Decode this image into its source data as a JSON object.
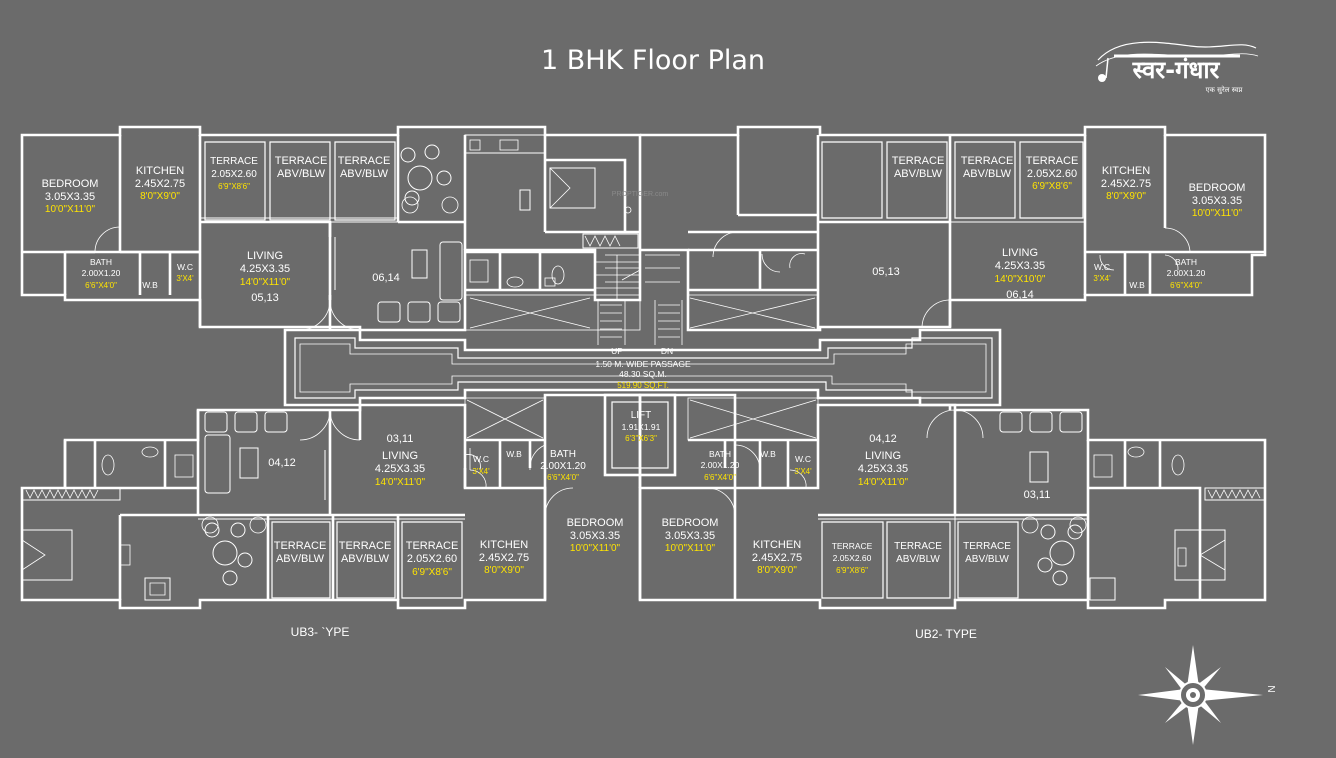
{
  "title": "1 BHK Floor Plan",
  "logo_text": "स्वर-गंधार",
  "logo_tagline": "एक सुरेल स्वप्न",
  "colors": {
    "background": "#6b6b6b",
    "lines": "#ffffff",
    "dimensions": "#ffe400"
  },
  "watermark": "PROPTIGER.com",
  "rooms": {
    "tl_bedroom": {
      "name": "BEDROOM",
      "size": "3.05X3.35",
      "ft": "10'0\"X11'0\""
    },
    "tl_kitchen": {
      "name": "KITCHEN",
      "size": "2.45X2.75",
      "ft": "8'0\"X9'0\""
    },
    "tl_terrace1": {
      "name": "TERRACE",
      "size": "2.05X2.60",
      "ft": "6'9\"X8'6\""
    },
    "tl_terrace2": {
      "l1": "TERRACE",
      "l2": "ABV/BLW"
    },
    "tl_terrace3": {
      "l1": "TERRACE",
      "l2": "ABV/BLW"
    },
    "tl_bath": {
      "name": "BATH",
      "size": "2.00X1.20",
      "ft": "6'6\"X4'0\""
    },
    "tl_wc": {
      "name": "W.C",
      "ft": "3'X4'"
    },
    "tl_wb": "W.B",
    "tl_living": {
      "name": "LIVING",
      "size": "4.25X3.35",
      "ft": "14'0\"X11'0\"",
      "flats": "05,13"
    },
    "tl2_flats": "06,14",
    "tr_terrace3": {
      "l1": "TERRACE",
      "l2": "ABV/BLW"
    },
    "tr_terrace2": {
      "l1": "TERRACE",
      "l2": "ABV/BLW"
    },
    "tr_terrace1": {
      "name": "TERRACE",
      "size": "2.05X2.60",
      "ft": "6'9\"X8'6\""
    },
    "tr_kitchen": {
      "name": "KITCHEN",
      "size": "2.45X2.75",
      "ft": "8'0\"X9'0\""
    },
    "tr_bedroom": {
      "name": "BEDROOM",
      "size": "3.05X3.35",
      "ft": "10'0\"X11'0\""
    },
    "tr2_flats": "05,13",
    "tr_living": {
      "name": "LIVING",
      "size": "4.25X3.35",
      "ft": "14'0\"X10'0\"",
      "flats": "06,14"
    },
    "tr_wc": {
      "name": "W.C",
      "ft": "3'X4'"
    },
    "tr_wb": "W.B",
    "tr_bath": {
      "name": "BATH",
      "size": "2.00X1.20",
      "ft": "6'6\"X4'0\""
    },
    "passage": {
      "up": "UP",
      "dn": "DN",
      "l1": "1.50 M. WIDE PASSAGE",
      "l2": "48.30 SQ.M.",
      "l3": "519.90 SQ.FT."
    },
    "lift": {
      "name": "LIFT",
      "size": "1.91X1.91",
      "ft": "6'3\"X6'3\""
    },
    "bl2_flats": "04,12",
    "bl_living": {
      "flats": "03,11",
      "name": "LIVING",
      "size": "4.25X3.35",
      "ft": "14'0\"X11'0\""
    },
    "bl_wc": {
      "name": "W.C",
      "ft": "3'X4'"
    },
    "bl_wb": "W.B",
    "bl_bath": {
      "name": "BATH",
      "size": "2.00X1.20",
      "ft": "6'6\"X4'0\""
    },
    "bl_kitchen": {
      "name": "KITCHEN",
      "size": "2.45X2.75",
      "ft": "8'0\"X9'0\""
    },
    "bl_bedroom": {
      "name": "BEDROOM",
      "size": "3.05X3.35",
      "ft": "10'0\"X11'0\""
    },
    "bl_terrace3": {
      "l1": "TERRACE",
      "l2": "ABV/BLW"
    },
    "bl_terrace2": {
      "l1": "TERRACE",
      "l2": "ABV/BLW"
    },
    "bl_terrace1": {
      "name": "TERRACE",
      "size": "2.05X2.60",
      "ft": "6'9\"X8'6\""
    },
    "br_bedroom": {
      "name": "BEDROOM",
      "size": "3.05X3.35",
      "ft": "10'0\"X11'0\""
    },
    "br_kitchen": {
      "name": "KITCHEN",
      "size": "2.45X2.75",
      "ft": "8'0\"X9'0\""
    },
    "br_bath": {
      "name": "BATH",
      "size": "2.00X1.20",
      "ft": "6'6\"X4'0\""
    },
    "br_wb": "W.B",
    "br_wc": {
      "name": "W.C",
      "ft": "3'X4'"
    },
    "br_living": {
      "flats": "04,12",
      "name": "LIVING",
      "size": "4.25X3.35",
      "ft": "14'0\"X11'0\""
    },
    "br2_flats": "03,11",
    "br_terrace1": {
      "name": "TERRACE",
      "size": "2.05X2.60",
      "ft": "6'9\"X8'6\""
    },
    "br_terrace2": {
      "l1": "TERRACE",
      "l2": "ABV/BLW"
    },
    "br_terrace3": {
      "l1": "TERRACE",
      "l2": "ABV/BLW"
    }
  },
  "types": {
    "left": "UB3- `YPE",
    "right": "UB2- TYPE"
  },
  "compass": {
    "north": "N"
  }
}
